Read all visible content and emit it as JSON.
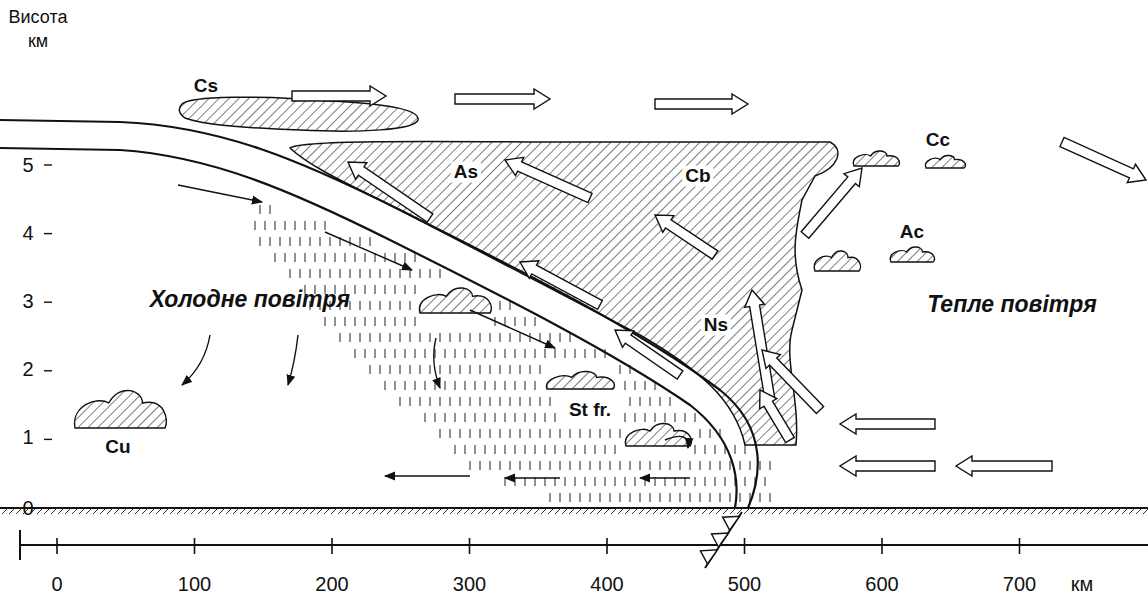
{
  "diagram": {
    "labels": [
      "Висота",
      "км",
      "5",
      "4",
      "3",
      "2",
      "1",
      "0",
      "Cs",
      "Cc",
      "As",
      "Cb",
      "Ac",
      "Холодне повітря",
      "Тепле повітря",
      "Ns",
      "St fr.",
      "Cu",
      "0",
      "100",
      "200",
      "300",
      "400",
      "500",
      "600",
      "700",
      "км"
    ]
  }
}
